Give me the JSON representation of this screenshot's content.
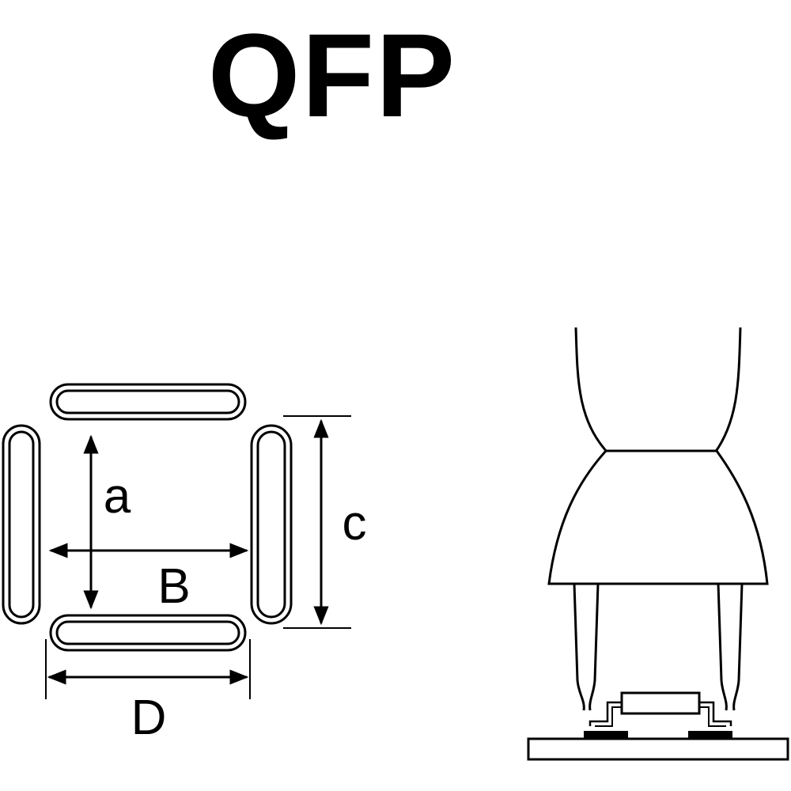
{
  "title": "QFP",
  "labels": {
    "a": "a",
    "B": "B",
    "c": "c",
    "D": "D"
  },
  "colors": {
    "stroke": "#000000",
    "background": "#ffffff"
  }
}
